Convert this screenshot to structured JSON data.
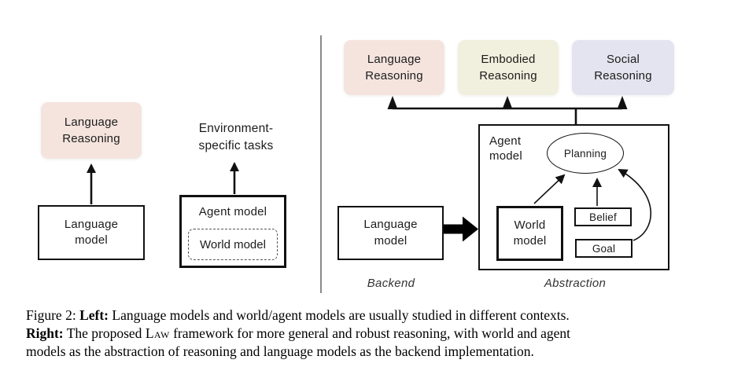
{
  "colors": {
    "pink": "#f5e4de",
    "cream": "#f1efdd",
    "lavender": "#e3e4ef",
    "line": "#111111",
    "divider": "#8a8a8a"
  },
  "left": {
    "language_reasoning": "Language\nReasoning",
    "language_model": "Language\nmodel",
    "env_tasks": "Environment-\nspecific tasks",
    "agent_model": "Agent model",
    "world_model": "World model"
  },
  "right": {
    "top_boxes": [
      {
        "label": "Language\nReasoning"
      },
      {
        "label": "Embodied\nReasoning"
      },
      {
        "label": "Social\nReasoning"
      }
    ],
    "language_model": "Language\nmodel",
    "agent_model": "Agent\nmodel",
    "planning": "Planning",
    "world_model": "World\nmodel",
    "belief": "Belief",
    "goal": "Goal",
    "backend_label": "Backend",
    "abstraction_label": "Abstraction"
  },
  "caption": {
    "line1_prefix": "Figure 2: ",
    "line1_bold": "Left:",
    "line1_text": " Language models and world/agent models are usually studied in different contexts.",
    "line2_bold": "Right:",
    "line2_text_before": " The proposed ",
    "line2_law": "Law",
    "line2_text_after": " framework for more general and robust reasoning, with world and agent",
    "line3_text": "models as the abstraction of reasoning and language models as the backend implementation."
  }
}
